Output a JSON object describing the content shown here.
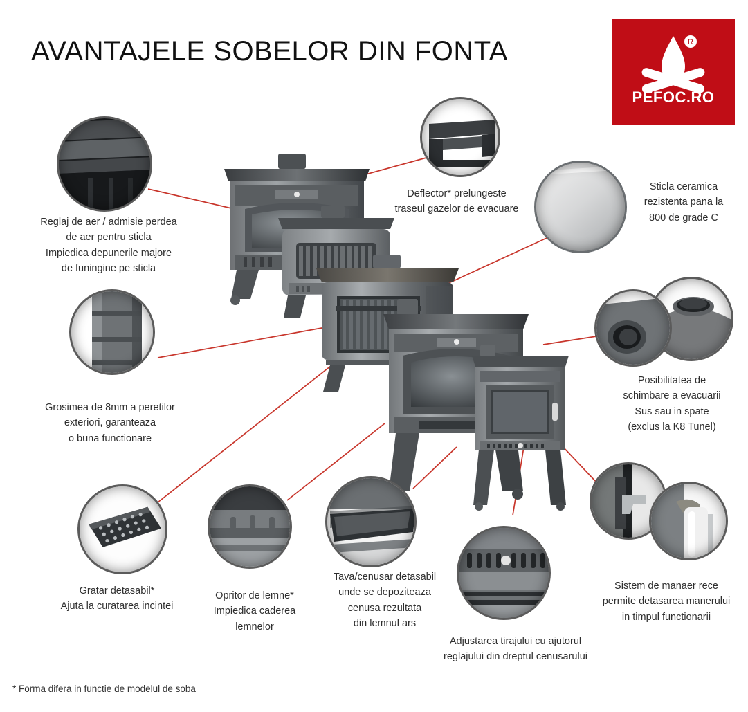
{
  "page": {
    "title": "AVANTAJELE SOBELOR DIN FONTA",
    "footnote": "* Forma difera in functie de modelul de soba",
    "background": "#ffffff",
    "accent_line_color": "#c8352b"
  },
  "logo": {
    "brand": "PEFOC.RO",
    "background": "#c00d16",
    "icon": "campfire-flame-icon",
    "registered_mark": "®"
  },
  "callouts": [
    {
      "id": "air-adjust",
      "text": "Reglaj de aer / admisie perdea\nde aer pentru sticla\nImpiedica depunerile majore\nde funingine pe sticla",
      "detail_icon": "air-intake-detail"
    },
    {
      "id": "wall-thickness",
      "text": "Grosimea de 8mm a peretilor\nexteriori, garanteaza\no buna functionare",
      "detail_icon": "cast-iron-wall-detail"
    },
    {
      "id": "grate",
      "text": "Gratar detasabil*\nAjuta la curatarea incintei",
      "detail_icon": "removable-grate-detail"
    },
    {
      "id": "log-stop",
      "text": "Opritor de lemne*\nImpiedica caderea\nlemnelor",
      "detail_icon": "log-retainer-detail"
    },
    {
      "id": "ash-pan",
      "text": "Tava/cenusar detasabil\nunde se depoziteaza\ncenusa rezultata\ndin lemnul ars",
      "detail_icon": "ash-pan-detail"
    },
    {
      "id": "draft-adjust",
      "text": "Adjustarea tirajului cu ajutorul\nreglajului din dreptul cenusarului",
      "detail_icon": "draft-vents-detail"
    },
    {
      "id": "deflector",
      "text": "Deflector* prelungeste\ntraseul gazelor de evacuare",
      "detail_icon": "baffle-deflector-detail"
    },
    {
      "id": "ceramic-glass",
      "text": "Sticla ceramica\nrezistenta pana la\n800 de grade C",
      "detail_icon": "ceramic-glass-detail"
    },
    {
      "id": "flue-outlet",
      "text": "Posibilitatea de\nschimbare a evacuarii\nSus sau in spate\n(exclus la K8 Tunel)",
      "detail_icon": "flue-outlet-detail"
    },
    {
      "id": "cool-handle",
      "text": "Sistem de manaer rece\npermite detasarea manerului\nin timpul functionarii",
      "detail_icon": "cool-handle-detail"
    }
  ],
  "products": [
    {
      "id": "stove-1",
      "name": "cast-iron-stove-large-left"
    },
    {
      "id": "stove-2",
      "name": "cast-iron-stove-small-back"
    },
    {
      "id": "stove-3",
      "name": "cast-iron-stove-center"
    },
    {
      "id": "stove-4",
      "name": "cast-iron-stove-front"
    },
    {
      "id": "stove-5",
      "name": "cast-iron-stove-right-small"
    }
  ]
}
